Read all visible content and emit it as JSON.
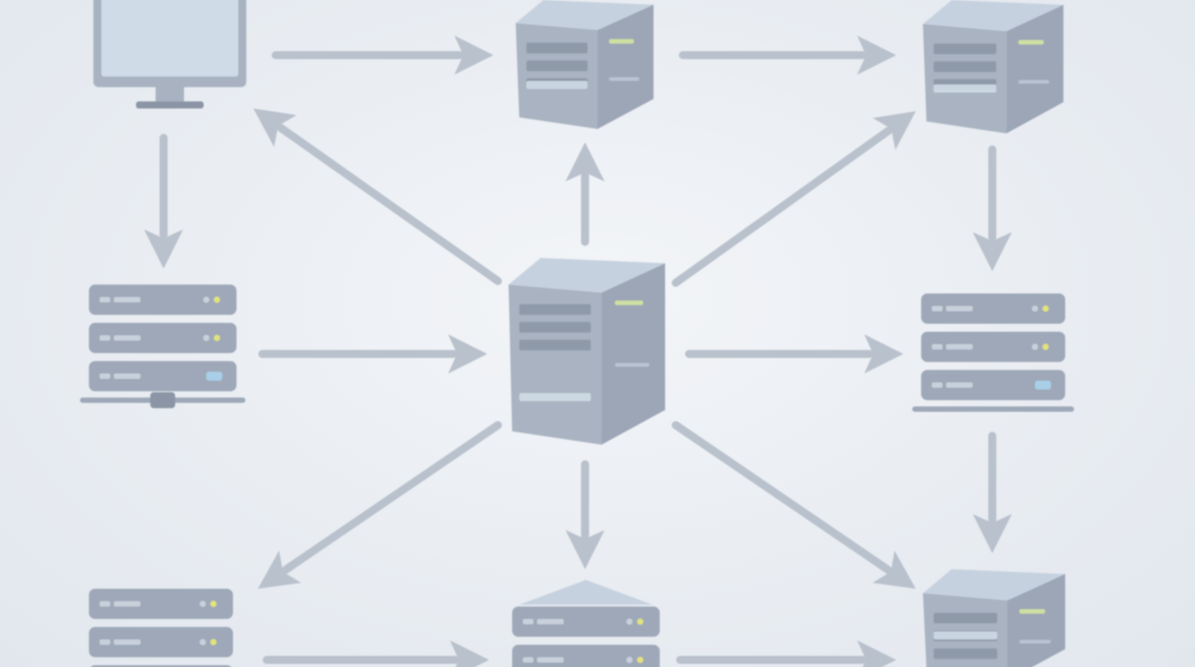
{
  "diagram": {
    "title": "",
    "colors": {
      "background": "#eceff3",
      "connector": "#b9c1cc",
      "cube_top": "#c6d1df",
      "cube_front": "#a9b3c1",
      "cube_side": "#9ca6b6",
      "cube_slot": "#8b95a5",
      "rack_unit": "#9ea8b8",
      "rack_slot": "#c8d0dc",
      "monitor_frame": "#a8b2c1",
      "monitor_screen": "#cfdbe6",
      "led_yellow": "#e2e37a",
      "led_blue": "#a9cfe8",
      "led_green": "#cfe0a2"
    },
    "nodes": [
      {
        "id": "workstation",
        "kind": "monitor",
        "icon": "monitor-icon"
      },
      {
        "id": "server-top-center",
        "kind": "tower",
        "icon": "server-tower-icon"
      },
      {
        "id": "server-top-right",
        "kind": "tower",
        "icon": "server-tower-icon"
      },
      {
        "id": "rack-mid-left",
        "kind": "rack",
        "icon": "server-rack-icon"
      },
      {
        "id": "hub-center",
        "kind": "tower",
        "icon": "server-tower-icon"
      },
      {
        "id": "rack-mid-right",
        "kind": "rack",
        "icon": "server-rack-icon"
      },
      {
        "id": "rack-bottom-left",
        "kind": "rack",
        "icon": "server-rack-icon"
      },
      {
        "id": "rack-bottom-center",
        "kind": "rack",
        "icon": "server-rack-icon"
      },
      {
        "id": "server-bottom-right",
        "kind": "tower",
        "icon": "server-tower-icon"
      }
    ],
    "edges": [
      {
        "from": "workstation",
        "to": "server-top-center"
      },
      {
        "from": "server-top-center",
        "to": "server-top-right"
      },
      {
        "from": "workstation",
        "to": "rack-mid-left"
      },
      {
        "from": "server-top-right",
        "to": "rack-mid-right"
      },
      {
        "from": "hub-center",
        "to": "workstation"
      },
      {
        "from": "hub-center",
        "to": "server-top-center"
      },
      {
        "from": "hub-center",
        "to": "server-top-right"
      },
      {
        "from": "rack-mid-left",
        "to": "hub-center"
      },
      {
        "from": "hub-center",
        "to": "rack-mid-right"
      },
      {
        "from": "hub-center",
        "to": "rack-bottom-left"
      },
      {
        "from": "hub-center",
        "to": "rack-bottom-center"
      },
      {
        "from": "hub-center",
        "to": "server-bottom-right"
      },
      {
        "from": "rack-mid-right",
        "to": "server-bottom-right"
      },
      {
        "from": "rack-bottom-left",
        "to": "rack-bottom-center"
      },
      {
        "from": "rack-bottom-center",
        "to": "server-bottom-right"
      }
    ]
  }
}
